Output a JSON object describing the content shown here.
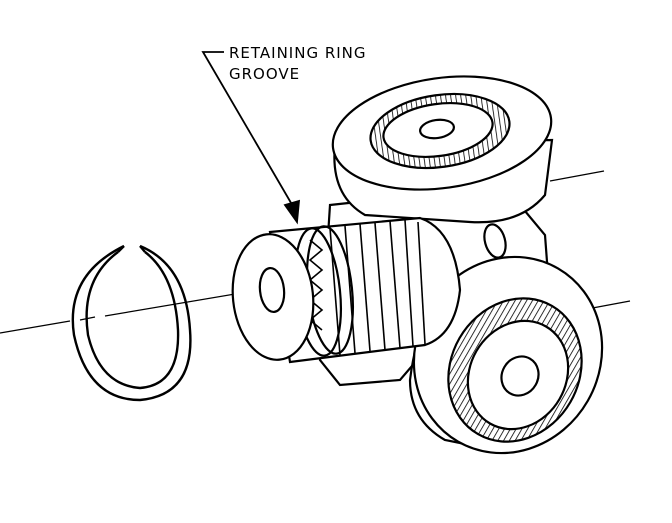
{
  "callout": {
    "line1": "RETAINING RING",
    "line2": "GROOVE"
  },
  "colors": {
    "ink": "#000000",
    "paper": "#ffffff"
  },
  "parts": [
    "retaining-ring",
    "splined-shaft",
    "retaining-ring-groove",
    "trunnion-cross",
    "needle-bearing-roller-top",
    "needle-bearing-roller-bottom",
    "centerline"
  ]
}
